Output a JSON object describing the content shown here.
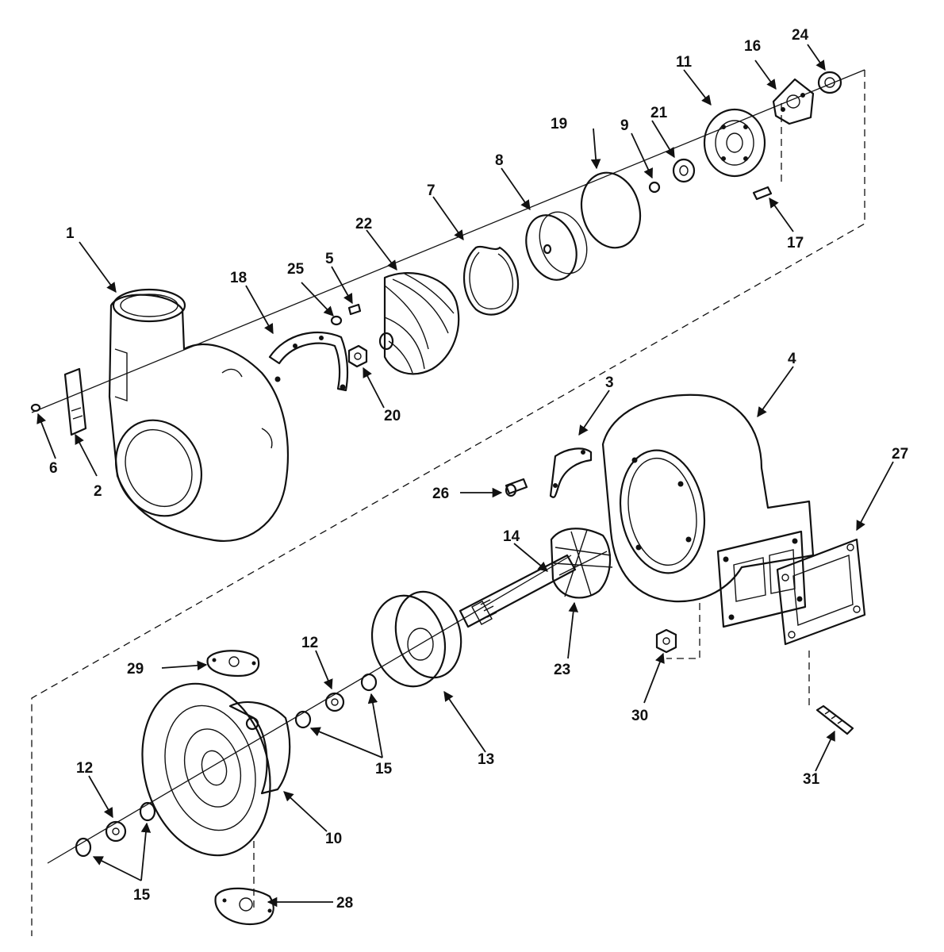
{
  "callouts": {
    "p1": "1",
    "p2": "2",
    "p3": "3",
    "p4": "4",
    "p5": "5",
    "p6": "6",
    "p7": "7",
    "p8": "8",
    "p9": "9",
    "p10": "10",
    "p11": "11",
    "p12a": "12",
    "p12b": "12",
    "p13": "13",
    "p14": "14",
    "p15a": "15",
    "p15b": "15",
    "p16": "16",
    "p17": "17",
    "p18": "18",
    "p19": "19",
    "p20": "20",
    "p21": "21",
    "p22": "22",
    "p23": "23",
    "p24": "24",
    "p25": "25",
    "p26": "26",
    "p27": "27",
    "p28": "28",
    "p29": "29",
    "p30": "30",
    "p31": "31"
  }
}
